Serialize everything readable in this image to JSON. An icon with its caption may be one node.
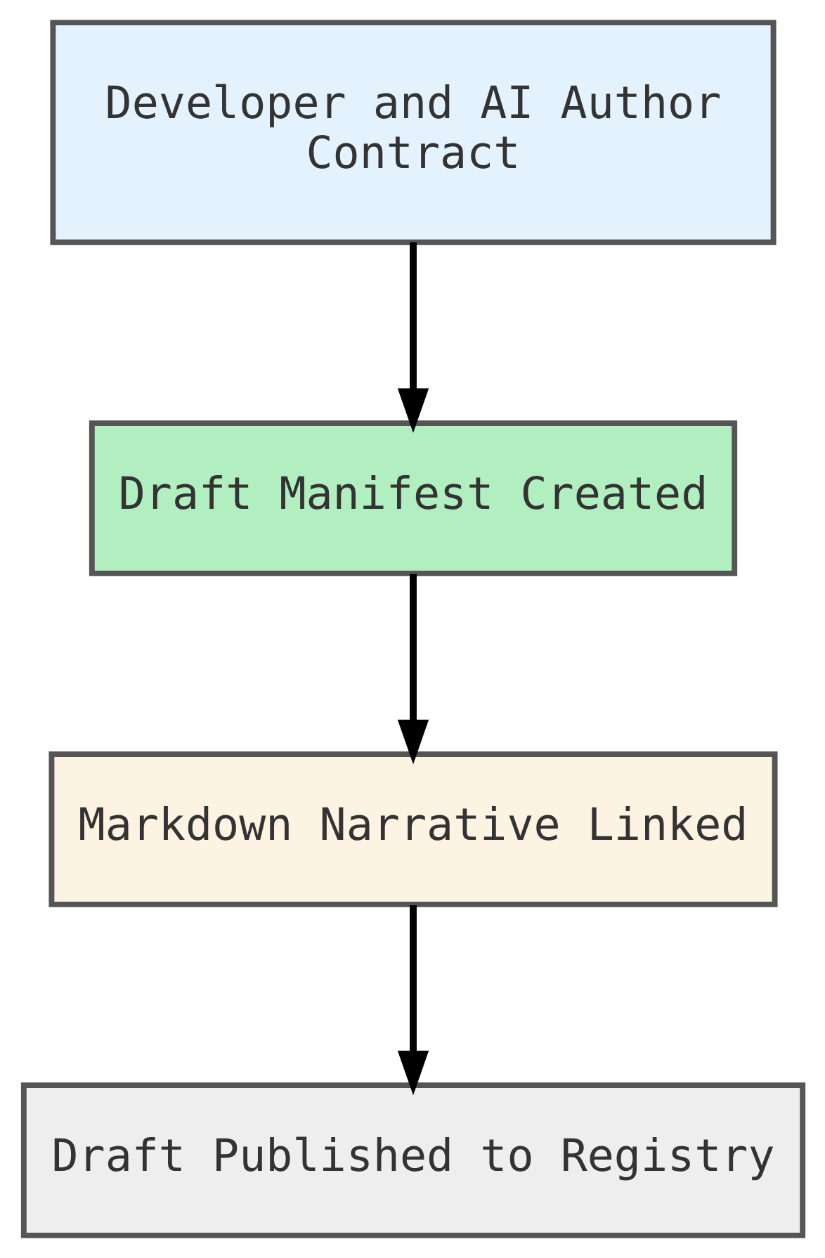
{
  "diagram": {
    "nodes": [
      {
        "text": [
          "Developer and AI Author Contract"
        ]
      },
      {
        "text": [
          "Draft Manifest Created"
        ]
      },
      {
        "text": [
          "Markdown Narrative Linked"
        ]
      },
      {
        "text": [
          "Draft Published to Registry"
        ]
      }
    ],
    "edges": [
      {
        "from": 0,
        "to": 1,
        "arrow": "to"
      },
      {
        "from": 1,
        "to": 2,
        "arrow": "to"
      },
      {
        "from": 2,
        "to": 3,
        "arrow": "to"
      }
    ]
  }
}
